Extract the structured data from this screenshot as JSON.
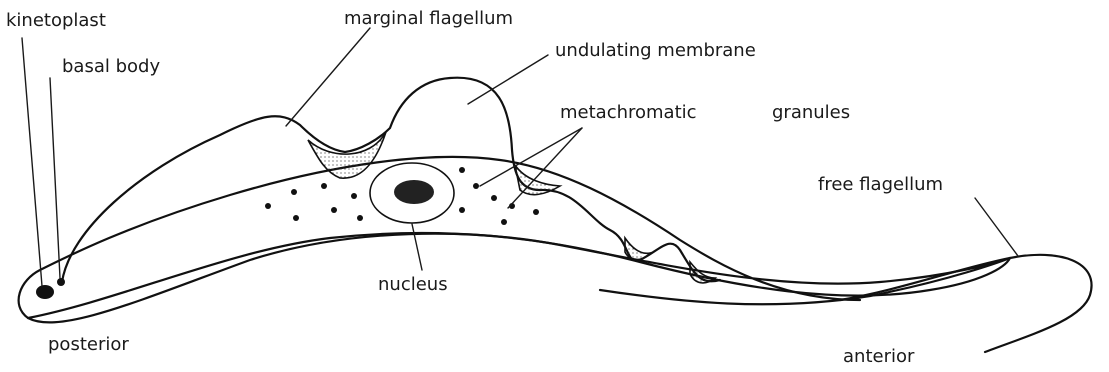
{
  "labels": {
    "kinetoplast": "kinetoplast",
    "basal_body": "basal body",
    "marginal_flagellum": "marginal flagellum",
    "undulating_membrane": "undulating membrane",
    "metachromatic": "metachromatic",
    "granules": "granules",
    "free_flagellum": "free flagellum",
    "nucleus": "nucleus",
    "posterior": "posterior",
    "anterior": "anterior"
  },
  "colors": {
    "ink": "#111111",
    "background": "#ffffff"
  }
}
